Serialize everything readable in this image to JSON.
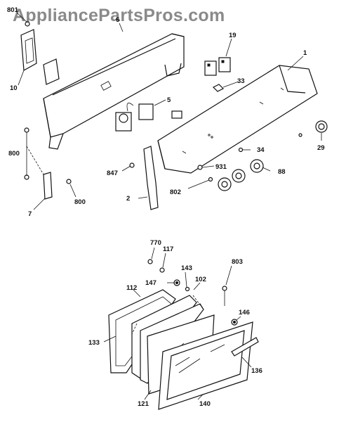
{
  "watermark": "AppliancePartsPros.com",
  "callouts": {
    "c801": "801",
    "c6": "6",
    "c19": "19",
    "c1": "1",
    "c33": "33",
    "c5": "5",
    "c10": "10",
    "c800a": "800",
    "c34": "34",
    "c29": "29",
    "c847": "847",
    "c931": "931",
    "c88": "88",
    "c2": "2",
    "c802": "802",
    "c7": "7",
    "c800b": "800",
    "c770": "770",
    "c117": "117",
    "c803": "803",
    "c143": "143",
    "c147": "147",
    "c102": "102",
    "c112": "112",
    "c146": "146",
    "c133": "133",
    "c136": "136",
    "c121": "121",
    "c140": "140"
  }
}
